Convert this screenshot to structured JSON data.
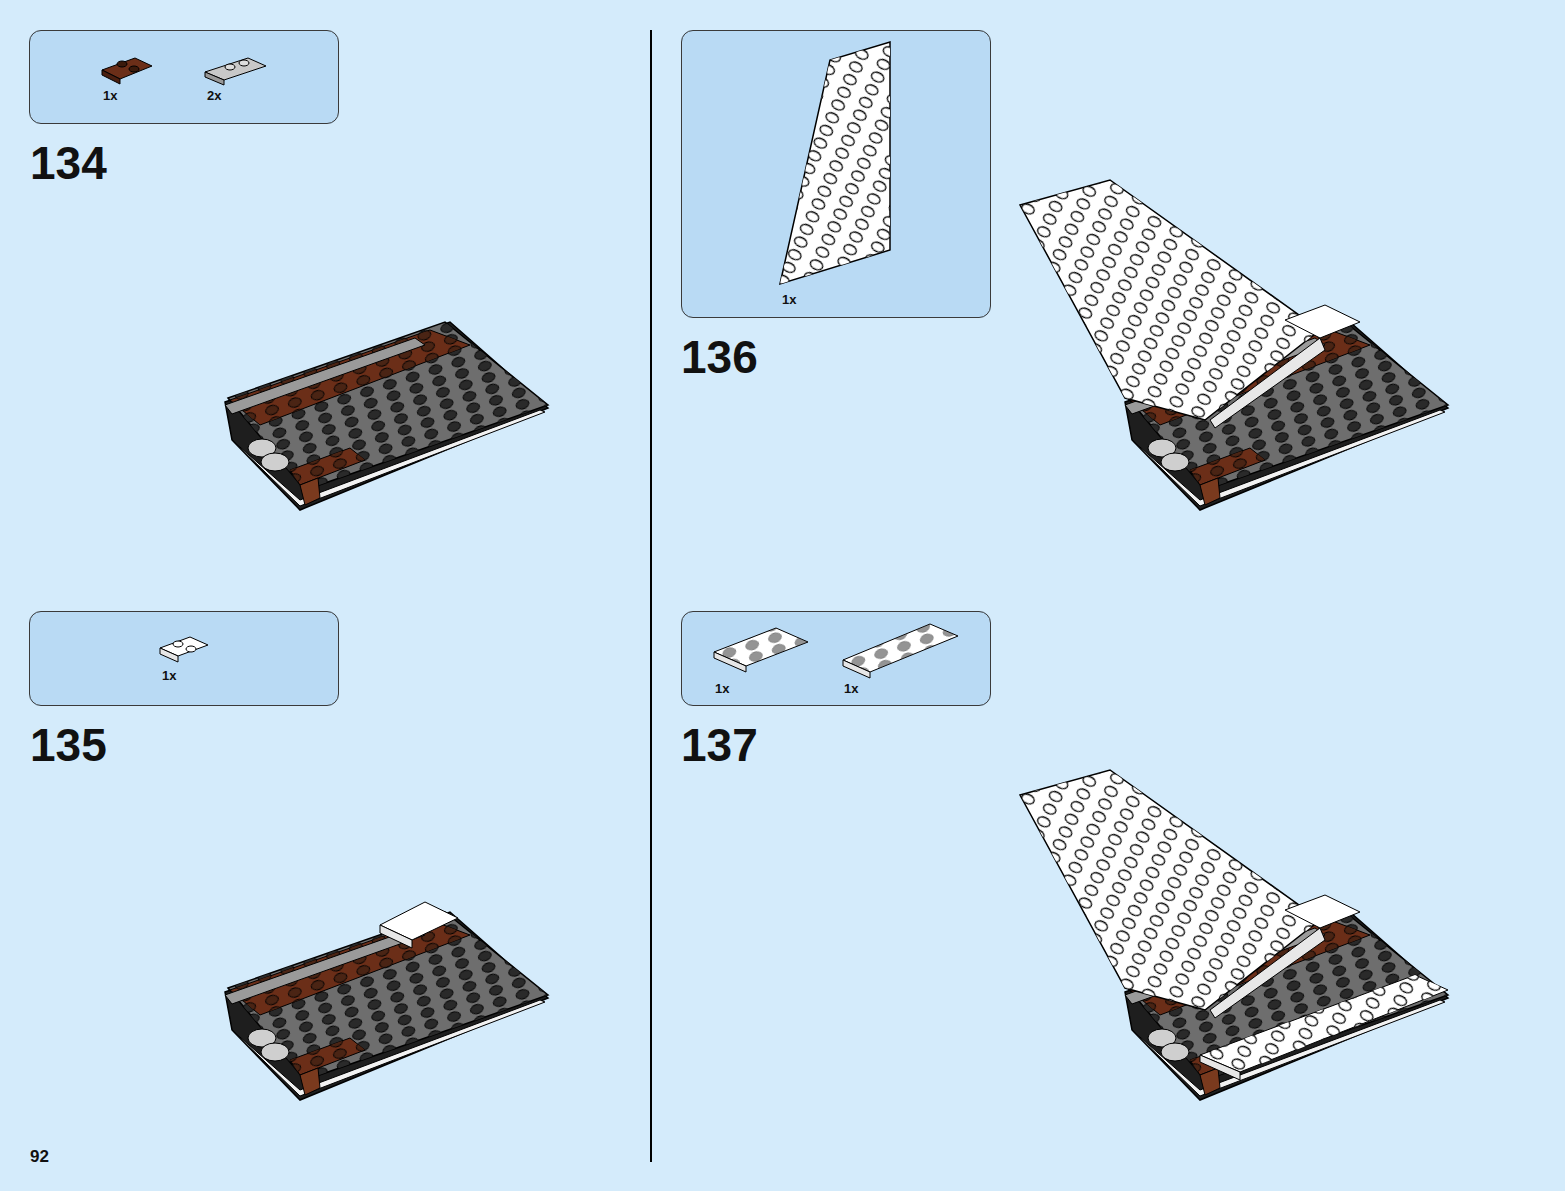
{
  "diagram": {
    "nodes": [
      {
        "text": [
          "1x",
          "2x"
        ]
      },
      {
        "text": [
          "1x"
        ]
      },
      {
        "text": [
          "1x"
        ]
      },
      {
        "text": [
          "1x",
          "1x"
        ]
      }
    ],
    "labels": [
      "134",
      "136",
      "135",
      "137",
      "92"
    ]
  }
}
